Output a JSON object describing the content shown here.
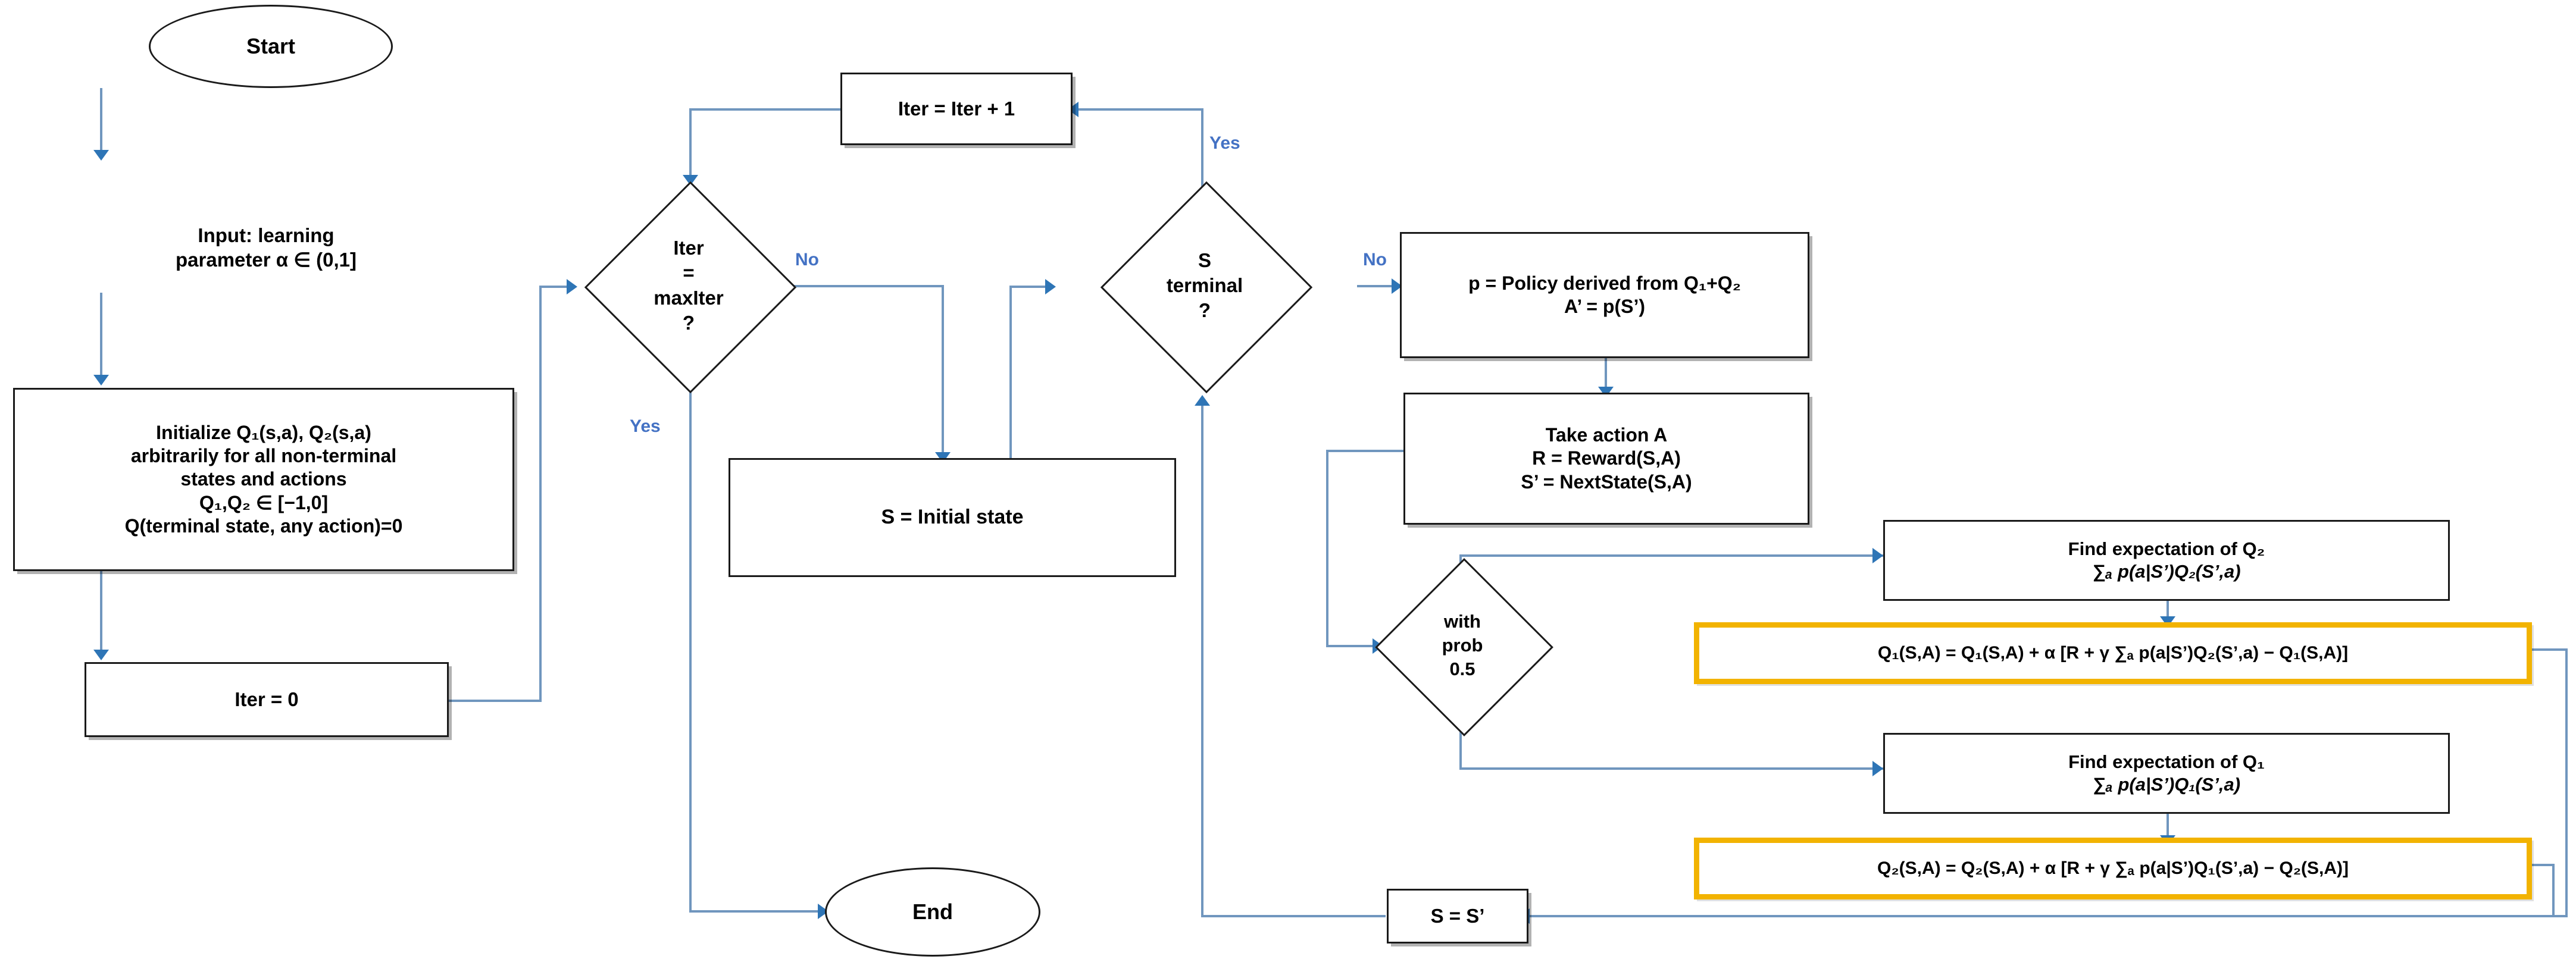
{
  "diagram": {
    "title": "Double Expected SARSA algorithm flowchart",
    "accent_blue": "#2E75B6",
    "line_blue": "#7096BE",
    "highlight_yellow": "#F2B300",
    "node_border": "#1a1a1a",
    "label_color": "#4472C4"
  },
  "nodes": {
    "start": {
      "label": "Start"
    },
    "input": {
      "line1": "Input: learning",
      "line2": "parameter  α ∈ (0,1]"
    },
    "initialize": {
      "line1": "Initialize Q₁(s,a), Q₂(s,a)",
      "line2": "arbitrarily for all non-terminal",
      "line3": "states and actions",
      "line4": "Q₁,Q₂ ∈ [−1,0]",
      "line5": "Q(terminal state, any action)=0"
    },
    "iter_zero": {
      "label": "Iter = 0"
    },
    "iter_inc": {
      "label": "Iter = Iter + 1"
    },
    "iter_check": {
      "line1": "Iter",
      "line2": "=",
      "line3": "maxIter",
      "line4": "?"
    },
    "initial_state": {
      "label": "S = Initial state"
    },
    "s_terminal": {
      "line1": "S",
      "line2": "terminal",
      "line3": "?"
    },
    "policy": {
      "line1": "p = Policy derived from Q₁+Q₂",
      "line2": "A’ = p(S’)"
    },
    "take_action": {
      "line1": "Take action A",
      "line2": "R = Reward(S,A)",
      "line3": "S’ = NextState(S,A)"
    },
    "with_prob": {
      "line1": "with",
      "line2": "prob",
      "line3": "0.5"
    },
    "expect_q2": {
      "line1": "Find expectation of Q₂",
      "line2": "∑ₐ p(a|S’)Q₂(S’,a)"
    },
    "expect_q1": {
      "line1": "Find expectation of Q₁",
      "line2": "∑ₐ p(a|S’)Q₁(S’,a)"
    },
    "update_q1": {
      "label": "Q₁(S,A) = Q₁(S,A) + α [R + γ ∑ₐ p(a|S’)Q₂(S’,a) − Q₁(S,A)]"
    },
    "update_q2": {
      "label": "Q₂(S,A) = Q₂(S,A) + α [R + γ ∑ₐ p(a|S’)Q₁(S’,a) − Q₂(S,A)]"
    },
    "s_assign": {
      "label": "S = S’"
    },
    "end": {
      "label": "End"
    }
  },
  "edge_labels": {
    "iter_no": "No",
    "iter_yes": "Yes",
    "terminal_yes": "Yes",
    "terminal_no": "No"
  },
  "chart_data": {
    "type": "table",
    "title": "Double Expected SARSA algorithm flowchart",
    "edges": [
      {
        "from": "start",
        "to": "input",
        "label": ""
      },
      {
        "from": "input",
        "to": "initialize",
        "label": ""
      },
      {
        "from": "initialize",
        "to": "iter_zero",
        "label": ""
      },
      {
        "from": "iter_zero",
        "to": "iter_check",
        "label": ""
      },
      {
        "from": "iter_check",
        "to": "initial_state",
        "label": "No"
      },
      {
        "from": "iter_check",
        "to": "end",
        "label": "Yes"
      },
      {
        "from": "initial_state",
        "to": "s_terminal",
        "label": ""
      },
      {
        "from": "s_terminal",
        "to": "iter_inc",
        "label": "Yes"
      },
      {
        "from": "iter_inc",
        "to": "iter_check",
        "label": ""
      },
      {
        "from": "s_terminal",
        "to": "policy",
        "label": "No"
      },
      {
        "from": "policy",
        "to": "take_action",
        "label": ""
      },
      {
        "from": "take_action",
        "to": "with_prob",
        "label": ""
      },
      {
        "from": "with_prob",
        "to": "expect_q2",
        "label": ""
      },
      {
        "from": "with_prob",
        "to": "expect_q1",
        "label": ""
      },
      {
        "from": "expect_q2",
        "to": "update_q1",
        "label": ""
      },
      {
        "from": "expect_q1",
        "to": "update_q2",
        "label": ""
      },
      {
        "from": "update_q1",
        "to": "s_assign",
        "label": ""
      },
      {
        "from": "update_q2",
        "to": "s_assign",
        "label": ""
      },
      {
        "from": "s_assign",
        "to": "s_terminal",
        "label": ""
      }
    ]
  }
}
